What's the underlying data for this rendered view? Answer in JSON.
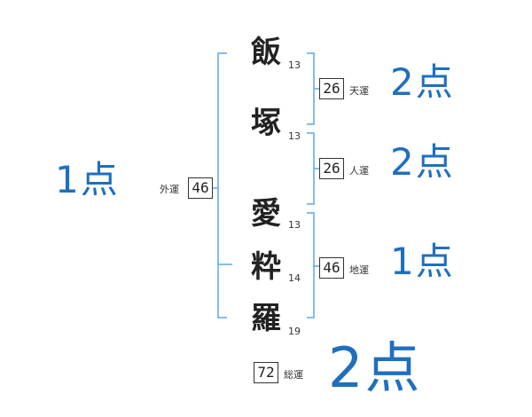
{
  "name_chars": [
    {
      "char": "飯",
      "strokes": "13"
    },
    {
      "char": "塚",
      "strokes": "13"
    },
    {
      "char": "愛",
      "strokes": "13"
    },
    {
      "char": "粋",
      "strokes": "14"
    },
    {
      "char": "羅",
      "strokes": "19"
    }
  ],
  "fortunes": {
    "ten": {
      "value": "26",
      "label": "天運",
      "score": "2点"
    },
    "jin": {
      "value": "26",
      "label": "人運",
      "score": "2点"
    },
    "chi": {
      "value": "46",
      "label": "地運",
      "score": "1点"
    },
    "gai": {
      "value": "46",
      "label": "外運",
      "score": "1点"
    },
    "sou": {
      "value": "72",
      "label": "総運",
      "score": "2点"
    }
  },
  "colors": {
    "bracket": "#5aa9e6",
    "score": "#1f6fbf"
  }
}
